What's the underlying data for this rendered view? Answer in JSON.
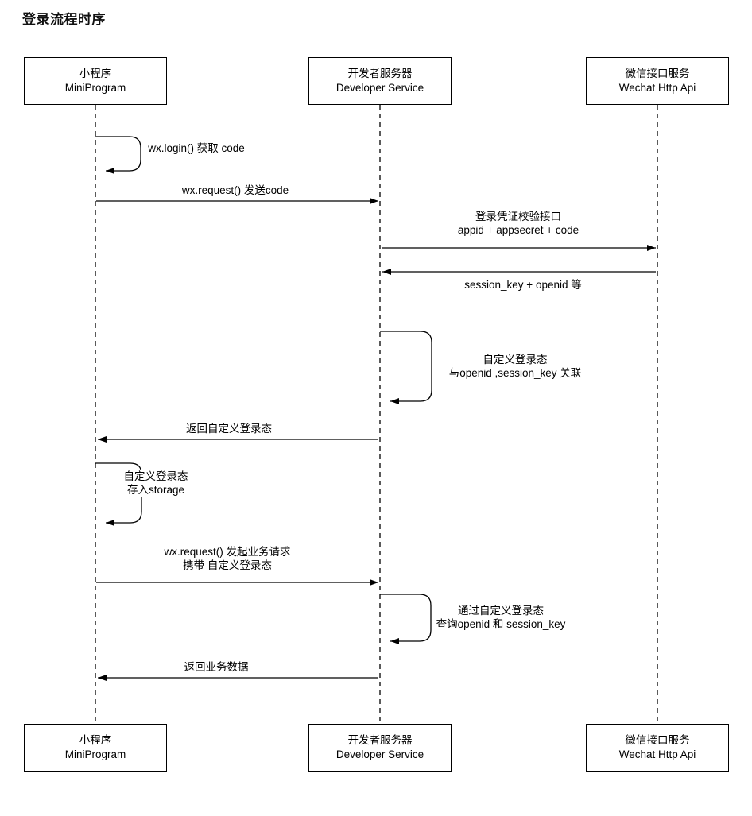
{
  "title": "登录流程时序",
  "colors": {
    "line": "#000000",
    "text": "#000000",
    "background": "#ffffff",
    "box_fill": "#ffffff"
  },
  "actors": [
    {
      "zh": "小程序",
      "en": "MiniProgram"
    },
    {
      "zh": "开发者服务器",
      "en": "Developer Service"
    },
    {
      "zh": "微信接口服务",
      "en": "Wechat Http Api"
    }
  ],
  "messages": [
    {
      "kind": "self",
      "actor": "小程序",
      "label": "wx.login() 获取 code"
    },
    {
      "kind": "message",
      "from": "小程序",
      "to": "开发者服务器",
      "label": "wx.request() 发送code"
    },
    {
      "kind": "message",
      "from": "开发者服务器",
      "to": "微信接口服务",
      "label": "登录凭证校验接口\nappid + appsecret + code"
    },
    {
      "kind": "message",
      "from": "微信接口服务",
      "to": "开发者服务器",
      "label": "session_key + openid 等"
    },
    {
      "kind": "self",
      "actor": "开发者服务器",
      "label": "自定义登录态\n与openid ,session_key 关联"
    },
    {
      "kind": "message",
      "from": "开发者服务器",
      "to": "小程序",
      "label": "返回自定义登录态"
    },
    {
      "kind": "self",
      "actor": "小程序",
      "label": "自定义登录态\n存入storage"
    },
    {
      "kind": "message",
      "from": "小程序",
      "to": "开发者服务器",
      "label": "wx.request() 发起业务请求\n携带 自定义登录态"
    },
    {
      "kind": "self",
      "actor": "开发者服务器",
      "label": "通过自定义登录态\n查询openid 和 session_key"
    },
    {
      "kind": "message",
      "from": "开发者服务器",
      "to": "小程序",
      "label": "返回业务数据"
    }
  ]
}
